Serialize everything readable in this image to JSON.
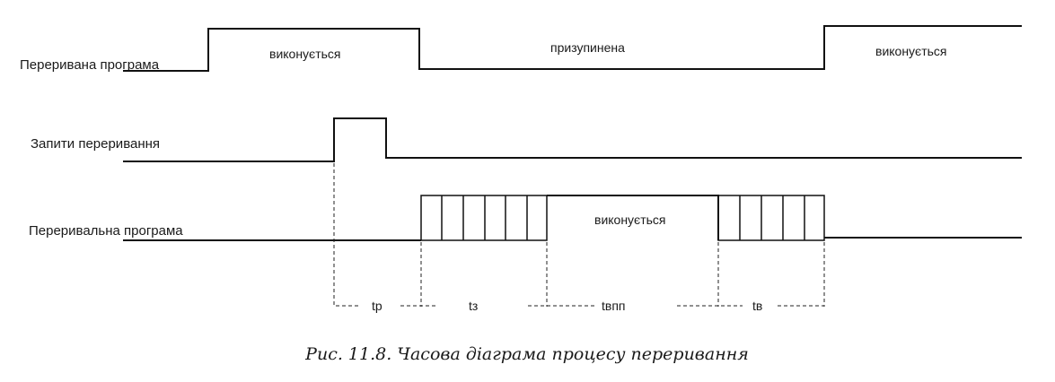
{
  "signals": {
    "interrupted_program": {
      "label": "Переривана програма",
      "state_running_1": "виконується",
      "state_suspended": "призупинена",
      "state_running_2": "виконується"
    },
    "interrupt_requests": {
      "label": "Запити переривання"
    },
    "interrupt_handler": {
      "label": "Переривальна програма",
      "state_running": "виконується"
    }
  },
  "intervals": {
    "tr": "tp",
    "tz": "tз",
    "tvpp": "tвпп",
    "tv": "tв"
  },
  "caption": "Рис. 11.8. Часова діаграма процесу переривання"
}
